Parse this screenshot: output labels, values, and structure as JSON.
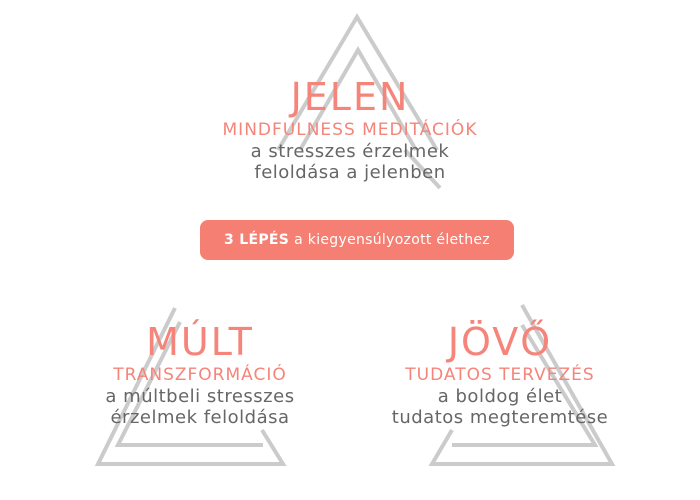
{
  "colors": {
    "accent": "#f5847a",
    "pill_bg": "#f47f72",
    "triangle": "#cbcbcb",
    "text_gray": "#666666"
  },
  "present": {
    "title": "JELEN",
    "subtitle": "MINDFULNESS MEDITÁCIÓK",
    "desc_line1": "a stresszes érzelmek",
    "desc_line2": "feloldása a jelenben"
  },
  "banner": {
    "bold": "3 LÉPÉS",
    "rest": "a kiegyensúlyozott élethez"
  },
  "past": {
    "title": "MÚLT",
    "subtitle": "TRANSZFORMÁCIÓ",
    "desc_line1": "a múltbeli stresszes",
    "desc_line2": "érzelmek feloldása"
  },
  "future": {
    "title": "JÖVŐ",
    "subtitle": "TUDATOS TERVEZÉS",
    "desc_line1": "a boldog élet",
    "desc_line2": "tudatos megteremtése"
  }
}
